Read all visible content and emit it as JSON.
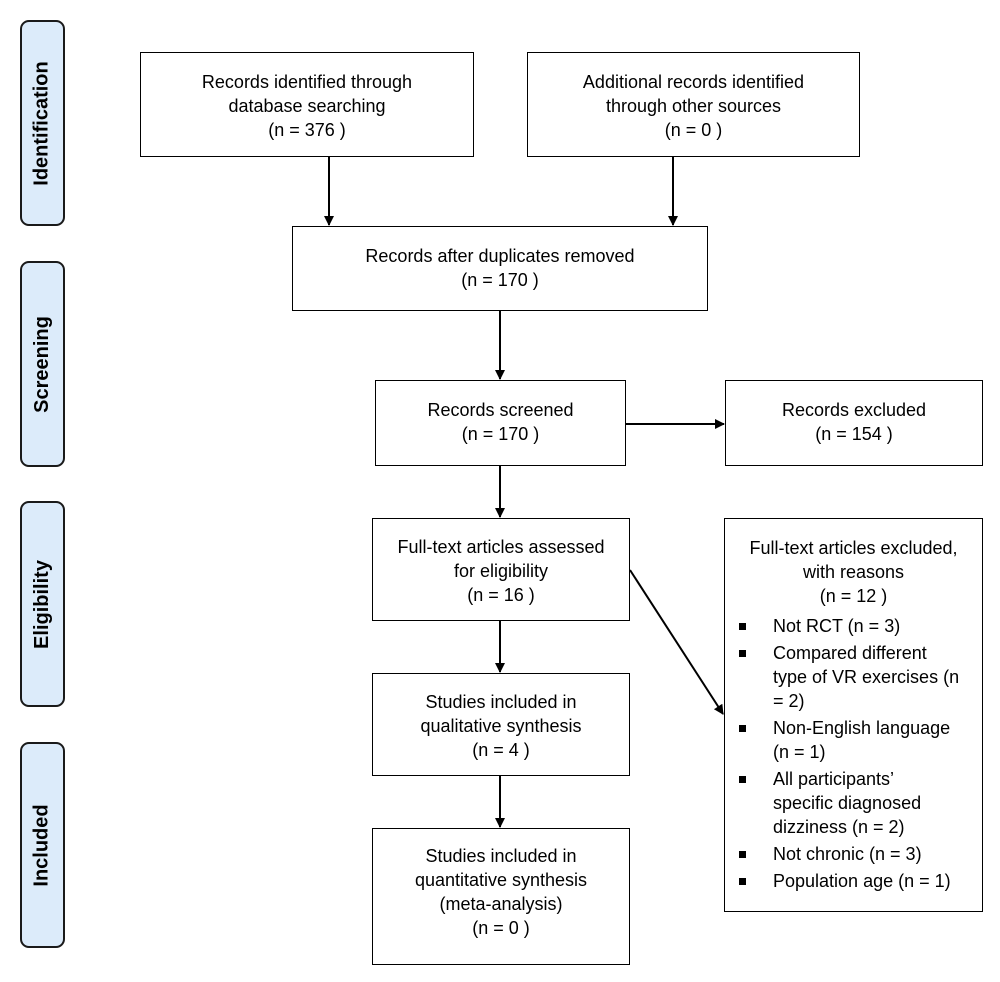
{
  "colors": {
    "phase_fill": "#dcebfa",
    "phase_border": "#1a1a1a",
    "box_border": "#000000",
    "arrow": "#000000"
  },
  "phases": [
    {
      "id": "identification",
      "label": "Identification"
    },
    {
      "id": "screening",
      "label": "Screening"
    },
    {
      "id": "eligibility",
      "label": "Eligibility"
    },
    {
      "id": "included",
      "label": "Included"
    }
  ],
  "boxes": {
    "db_search": {
      "lines": [
        "Records identified through",
        "database searching",
        "(n =  376 )"
      ]
    },
    "other_sources": {
      "lines": [
        "Additional records identified",
        "through other sources",
        "(n =  0 )"
      ]
    },
    "after_duplicates": {
      "lines": [
        "Records after duplicates removed",
        "(n =  170 )"
      ]
    },
    "screened": {
      "lines": [
        "Records screened",
        "(n =  170 )"
      ]
    },
    "excluded": {
      "lines": [
        "Records excluded",
        "(n =  154 )"
      ]
    },
    "fulltext": {
      "lines": [
        "Full-text articles assessed",
        "for eligibility",
        "(n =  16 )"
      ]
    },
    "qualitative": {
      "lines": [
        "Studies included in",
        "qualitative synthesis",
        "(n =  4 )"
      ]
    },
    "quantitative": {
      "lines": [
        "Studies included in",
        "quantitative synthesis",
        "(meta-analysis)",
        "(n =  0 )"
      ]
    },
    "fulltext_excluded": {
      "header": [
        "Full-text articles excluded,",
        "with reasons",
        "(n =  12 )"
      ],
      "reasons": [
        [
          "Not RCT (n = 3)"
        ],
        [
          "Compared different",
          "type of VR exercises (n",
          "= 2)"
        ],
        [
          "Non-English language",
          "(n = 1)"
        ],
        [
          "All participants’",
          "specific diagnosed",
          "dizziness (n = 2)"
        ],
        [
          "Not chronic (n = 3)"
        ],
        [
          "Population age (n = 1)"
        ]
      ]
    }
  }
}
